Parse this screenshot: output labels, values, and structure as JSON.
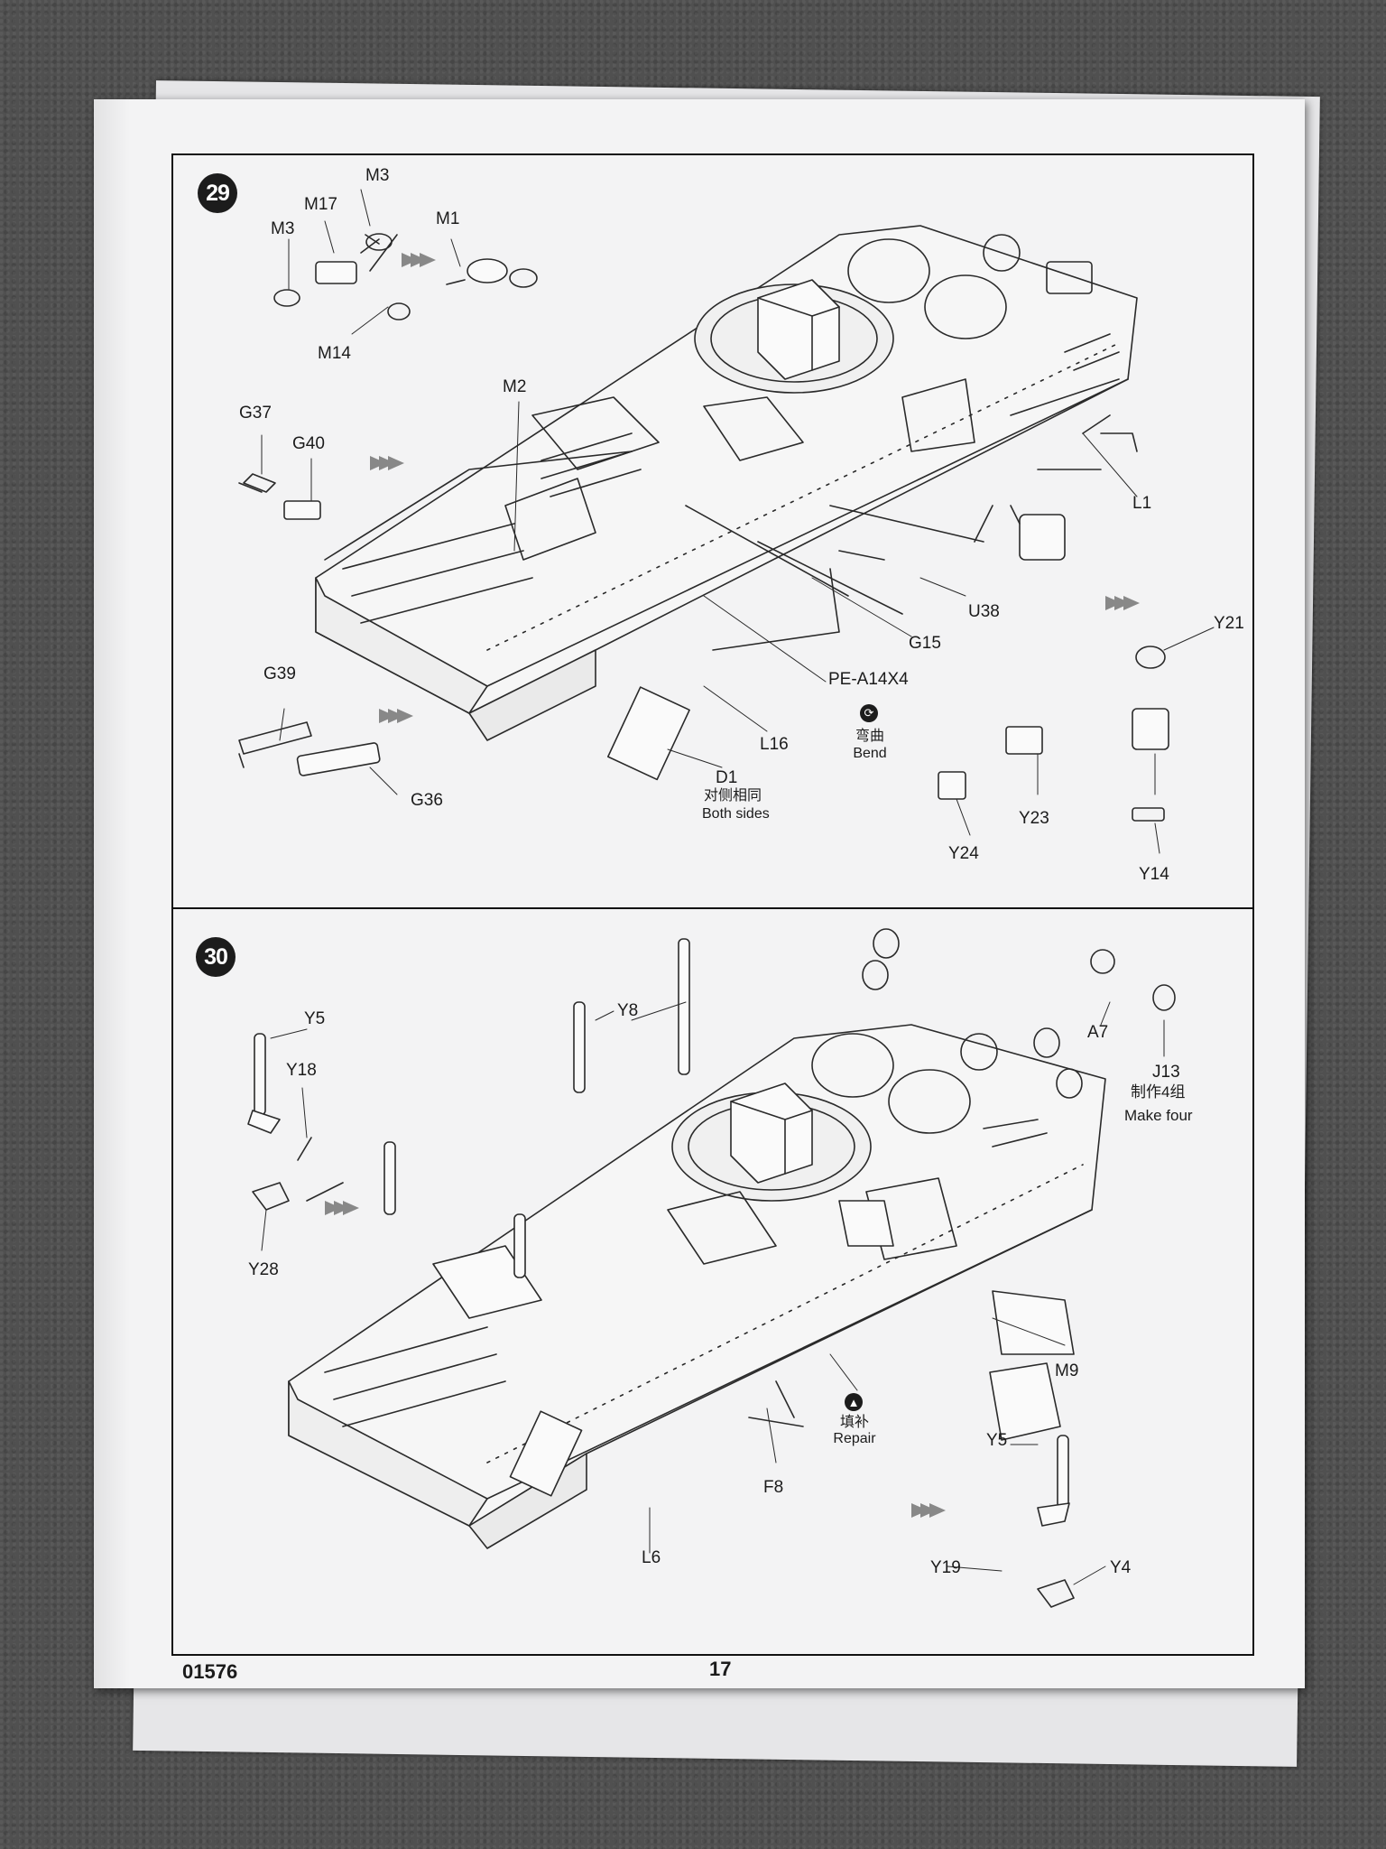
{
  "page": {
    "catalog_number": "01576",
    "page_number": "17"
  },
  "step29": {
    "number": "29",
    "labels": {
      "m3_a": "M3",
      "m17": "M17",
      "m3_b": "M3",
      "m1": "M1",
      "m14": "M14",
      "m2": "M2",
      "g37": "G37",
      "g40": "G40",
      "l1": "L1",
      "u38": "U38",
      "g15": "G15",
      "pe": "PE-A14X4",
      "bend_cn": "弯曲",
      "bend_en": "Bend",
      "l16": "L16",
      "d1": "D1",
      "both_cn": "对侧相同",
      "both_en": "Both sides",
      "g39": "G39",
      "g36": "G36",
      "y21": "Y21",
      "y23": "Y23",
      "y24": "Y24",
      "y14": "Y14"
    }
  },
  "step30": {
    "number": "30",
    "labels": {
      "y5_a": "Y5",
      "y18": "Y18",
      "y28": "Y28",
      "y8": "Y8",
      "a7": "A7",
      "j13": "J13",
      "make_cn": "制作4组",
      "make_en": "Make four",
      "m9": "M9",
      "repair_cn": "填补",
      "repair_en": "Repair",
      "f8": "F8",
      "l6": "L6",
      "y5_b": "Y5",
      "y19": "Y19",
      "y4": "Y4"
    }
  },
  "icons": {
    "bend": "bend-icon",
    "repair": "repair-icon",
    "step_arrow": "assembly-arrow-icon"
  },
  "colors": {
    "paper": "#f3f3f4",
    "ink": "#1b1b1b",
    "background": "#505050"
  }
}
